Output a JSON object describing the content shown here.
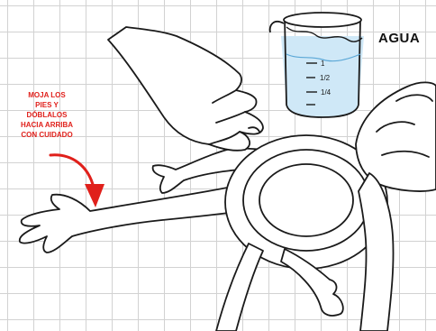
{
  "labels": {
    "water": "AGUA",
    "instruction": "MOJA LOS\nPIES Y\nDÓBLALOS\nHACIA ARRIBA\nCON CUIDADO"
  },
  "beaker_marks": [
    "1",
    "1/2",
    "1/4"
  ],
  "colors": {
    "line_art": "#1a1a1a",
    "water": "#cfe8f7",
    "instruction_text": "#e0201b",
    "arrow": "#e0201b",
    "grid": "#d2d2d2"
  },
  "icons": {
    "arrow": "curved-arrow-icon"
  }
}
